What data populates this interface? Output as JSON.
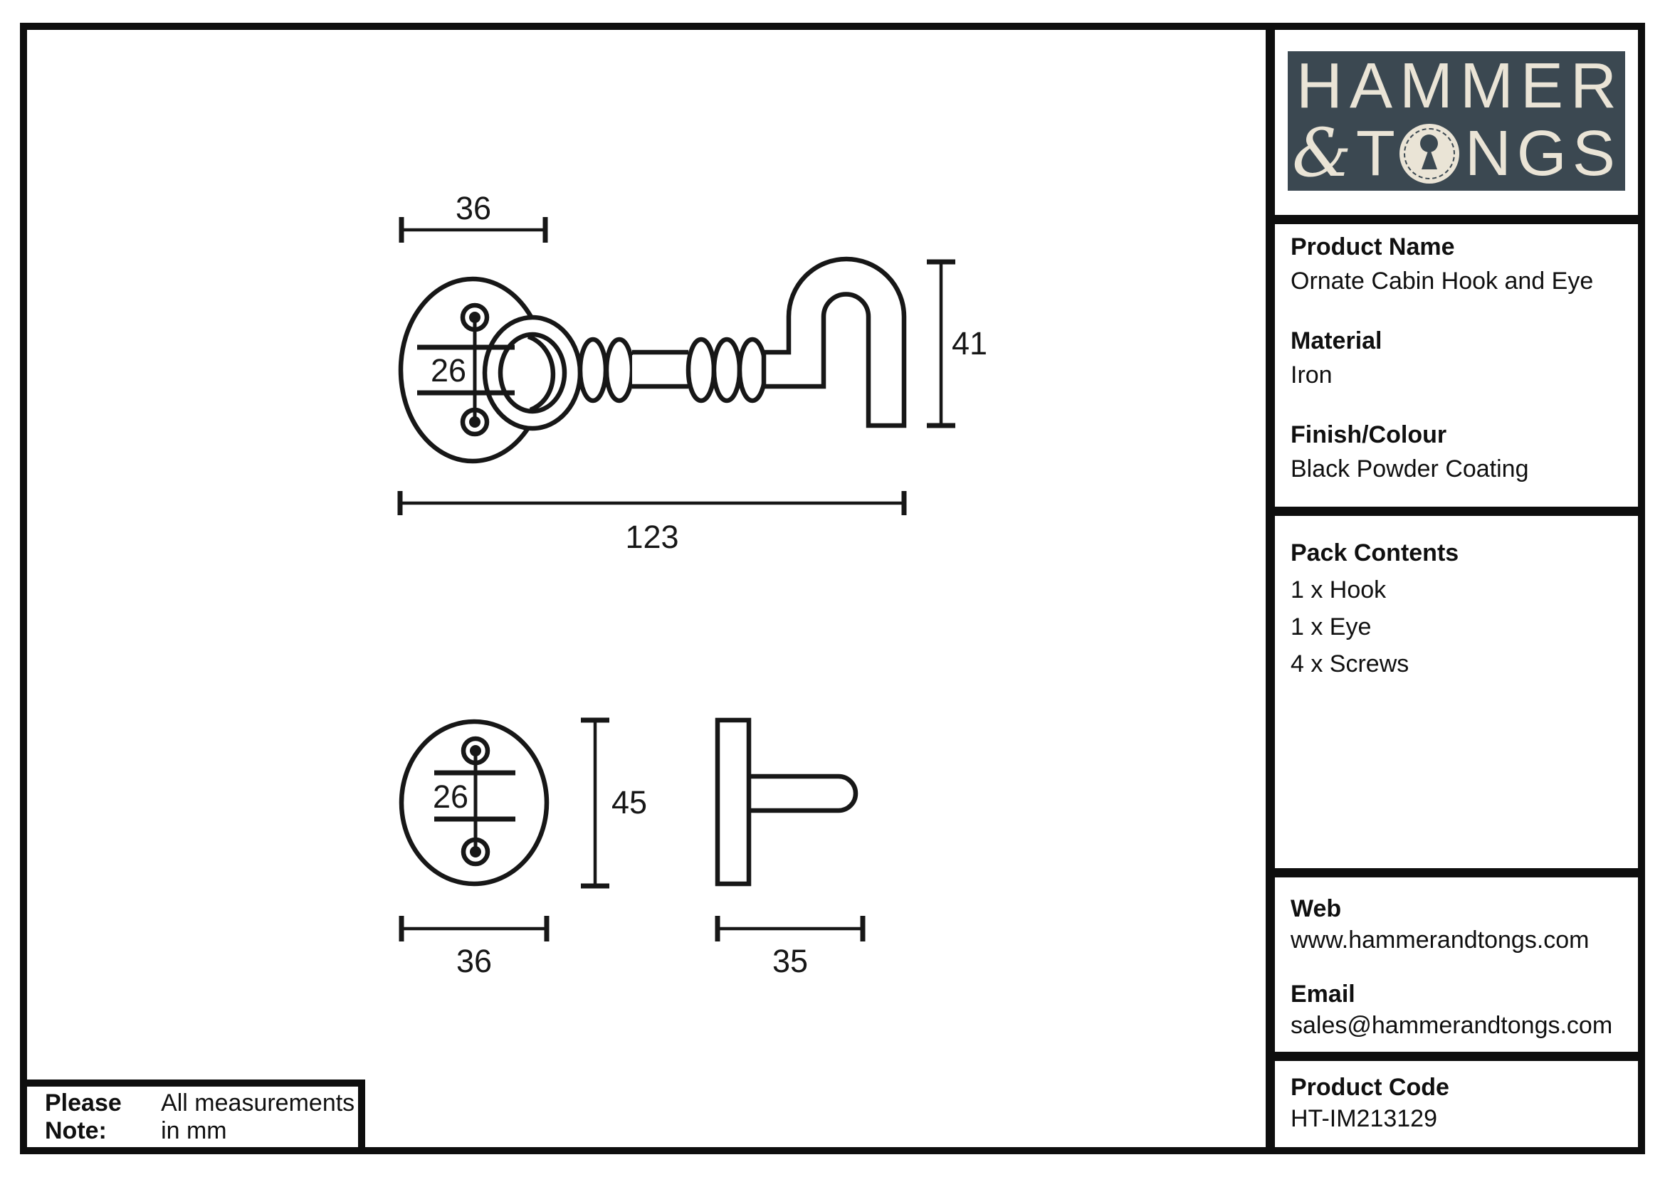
{
  "logo": {
    "bg_color": "#3B4851",
    "text_color": "#EAE4D6",
    "line1": "HAMMER",
    "ampersand": "&",
    "line2_t": "T",
    "line2_rest": "NGS"
  },
  "info": {
    "product_name_label": "Product Name",
    "product_name": "Ornate Cabin Hook and Eye",
    "material_label": "Material",
    "material": "Iron",
    "finish_label": "Finish/Colour",
    "finish": "Black Powder Coating"
  },
  "pack": {
    "label": "Pack Contents",
    "items": [
      "1 x Hook",
      "1 x Eye",
      "4 x Screws"
    ]
  },
  "contact": {
    "web_label": "Web",
    "web": "www.hammerandtongs.com",
    "email_label": "Email",
    "email": "sales@hammerandtongs.com"
  },
  "code": {
    "label": "Product Code",
    "value": "HT-IM213129"
  },
  "note": {
    "label": "Please Note:",
    "text": "All measurements in mm"
  },
  "dims": {
    "hook_plate_width": "36",
    "hook_hole_spacing": "26",
    "hook_height": "41",
    "hook_length": "123",
    "eye_hole_spacing": "26",
    "eye_plate_height": "45",
    "eye_plate_width": "36",
    "eye_depth": "35"
  }
}
